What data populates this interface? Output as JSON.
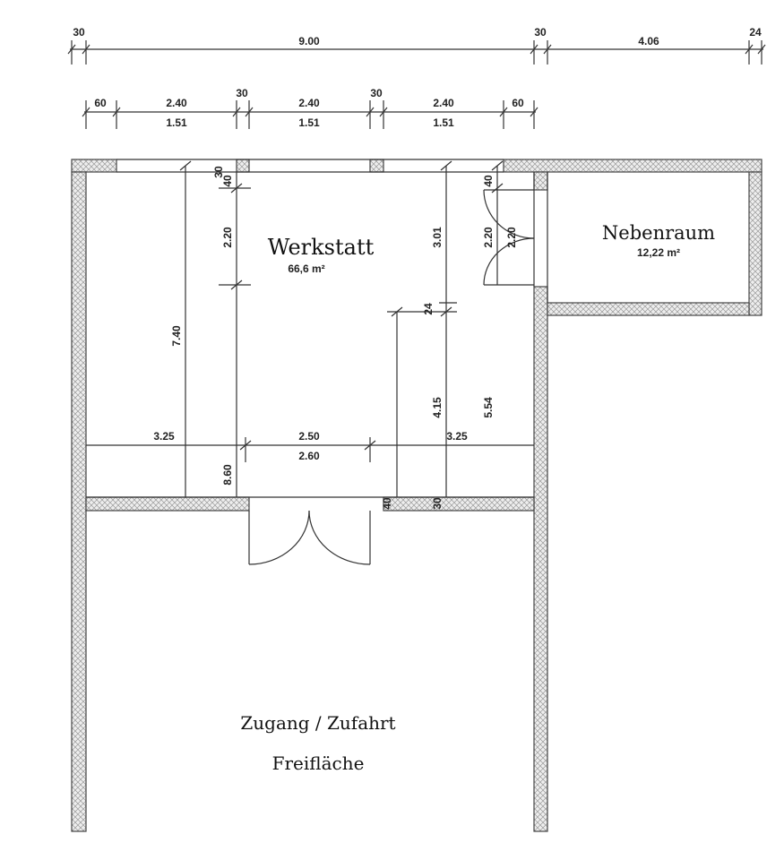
{
  "title": "Werkstatt floor plan",
  "rooms": {
    "werkstatt": {
      "name": "Werkstatt",
      "area": "66,6 m²"
    },
    "nebenraum": {
      "name": "Nebenraum",
      "area": "12,22 m²"
    },
    "outdoor": {
      "line1": "Zugang / Zufahrt",
      "line2": "Freifläche"
    }
  },
  "dims_top": [
    "30",
    "9.00",
    "30",
    "4.06",
    "24"
  ],
  "dims_second": {
    "left_edge": "60",
    "w1": "2.40",
    "h1": "1.51",
    "gap1": "30",
    "w2": "2.40",
    "h2": "1.51",
    "gap2": "30",
    "w3": "2.40",
    "h3": "1.51",
    "right_edge": "60"
  },
  "dims_interior": {
    "wall_30": "30",
    "left_40": "40",
    "left_220": "2.20",
    "total_740": "7.40",
    "left_860": "8.60",
    "mid_301": "3.01",
    "mid_24": "24",
    "mid_415": "4.15",
    "right_40": "40",
    "right_220": "2.20",
    "right_220b": "2.20",
    "right_554": "5.54",
    "h_325_left": "3.25",
    "h_250": "2.50",
    "h_260": "2.60",
    "h_325_right": "3.25",
    "bottom_40": "40",
    "bottom_30": "30"
  }
}
